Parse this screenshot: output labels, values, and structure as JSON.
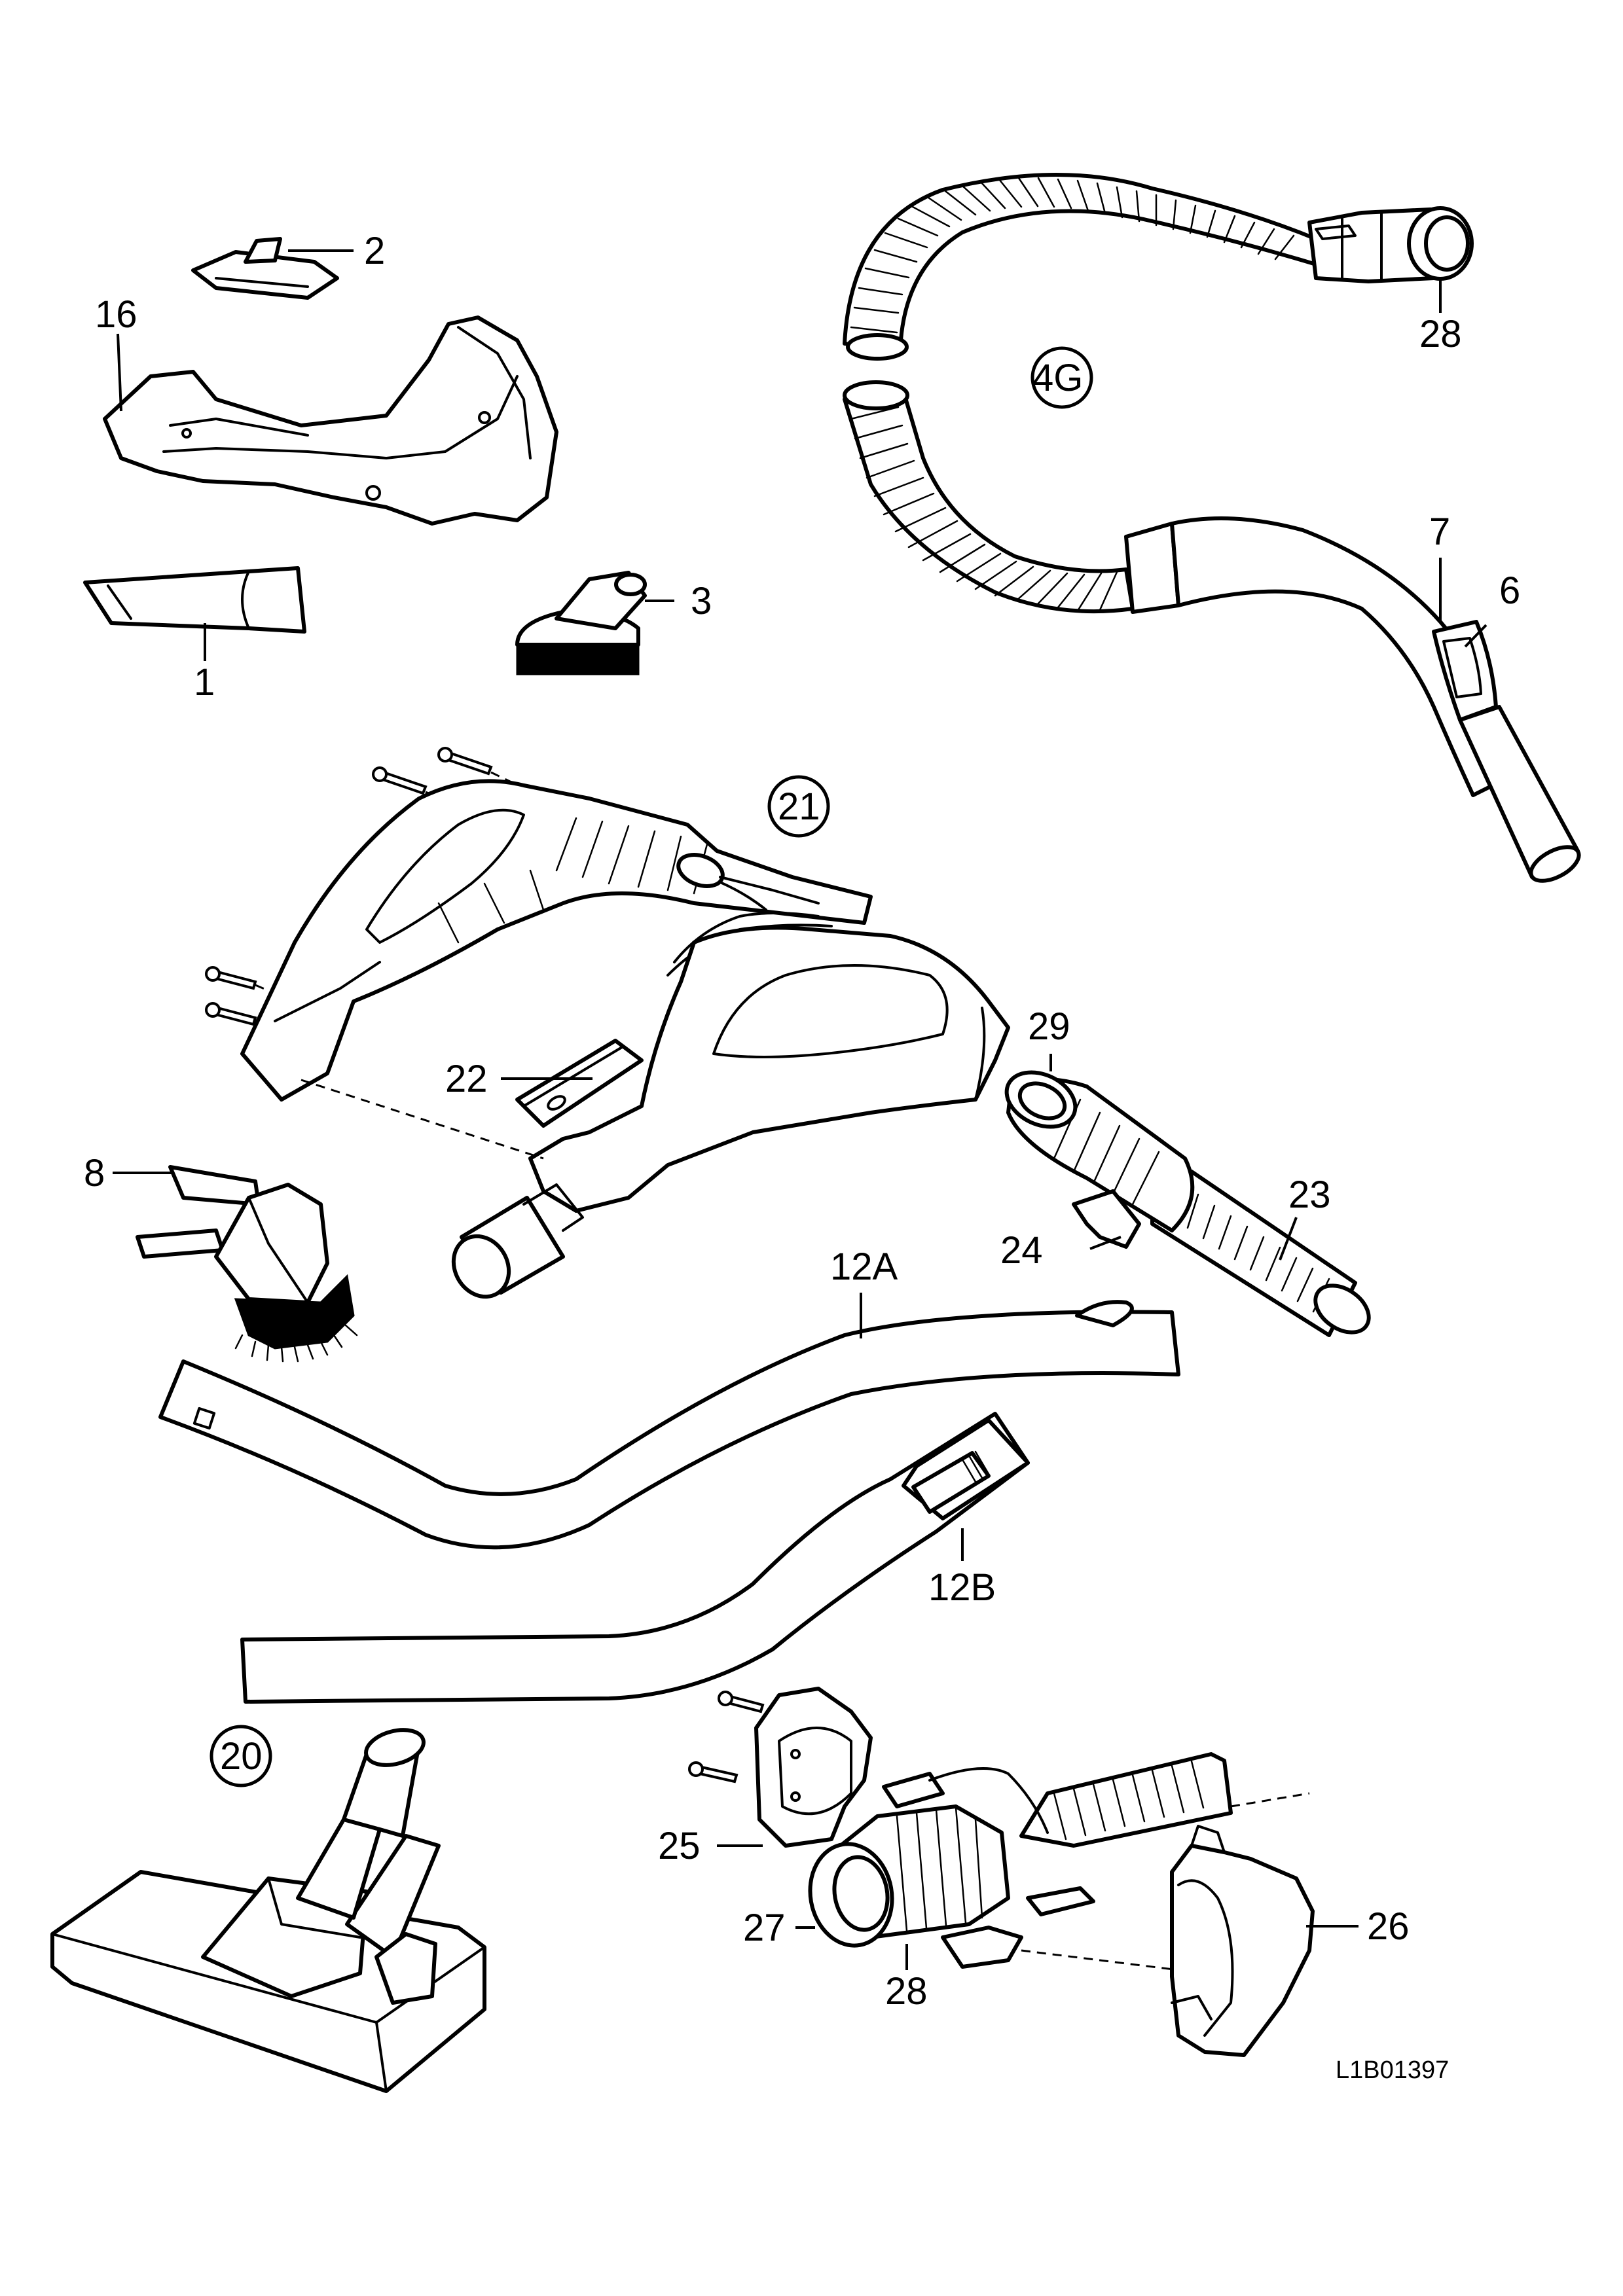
{
  "drawing_code": "L1B01397",
  "groups": {
    "g4G": "4G",
    "g21": "21",
    "g20": "20"
  },
  "labels": {
    "p1": "1",
    "p2": "2",
    "p3": "3",
    "p6": "6",
    "p7": "7",
    "p8": "8",
    "p12A": "12A",
    "p12B": "12B",
    "p16": "16",
    "p22": "22",
    "p23": "23",
    "p24": "24",
    "p25": "25",
    "p26": "26",
    "p27": "27",
    "p28_top": "28",
    "p28_bottom": "28",
    "p29": "29"
  }
}
